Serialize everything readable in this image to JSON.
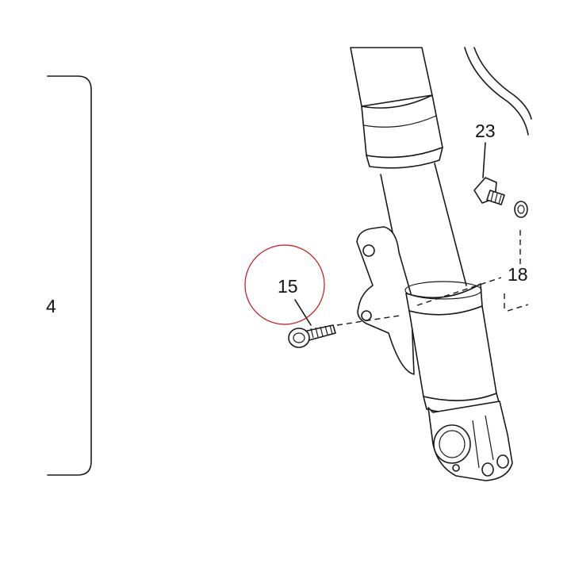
{
  "bracket_label": "4",
  "callouts": [
    {
      "id": "part-15",
      "number": "15",
      "highlighted": true
    },
    {
      "id": "part-23",
      "number": "23",
      "highlighted": false
    },
    {
      "id": "part-18",
      "number": "18",
      "highlighted": false
    }
  ],
  "colors": {
    "line": "#1a1a1a",
    "highlight_circle": "#c8141e",
    "background": "#ffffff"
  }
}
